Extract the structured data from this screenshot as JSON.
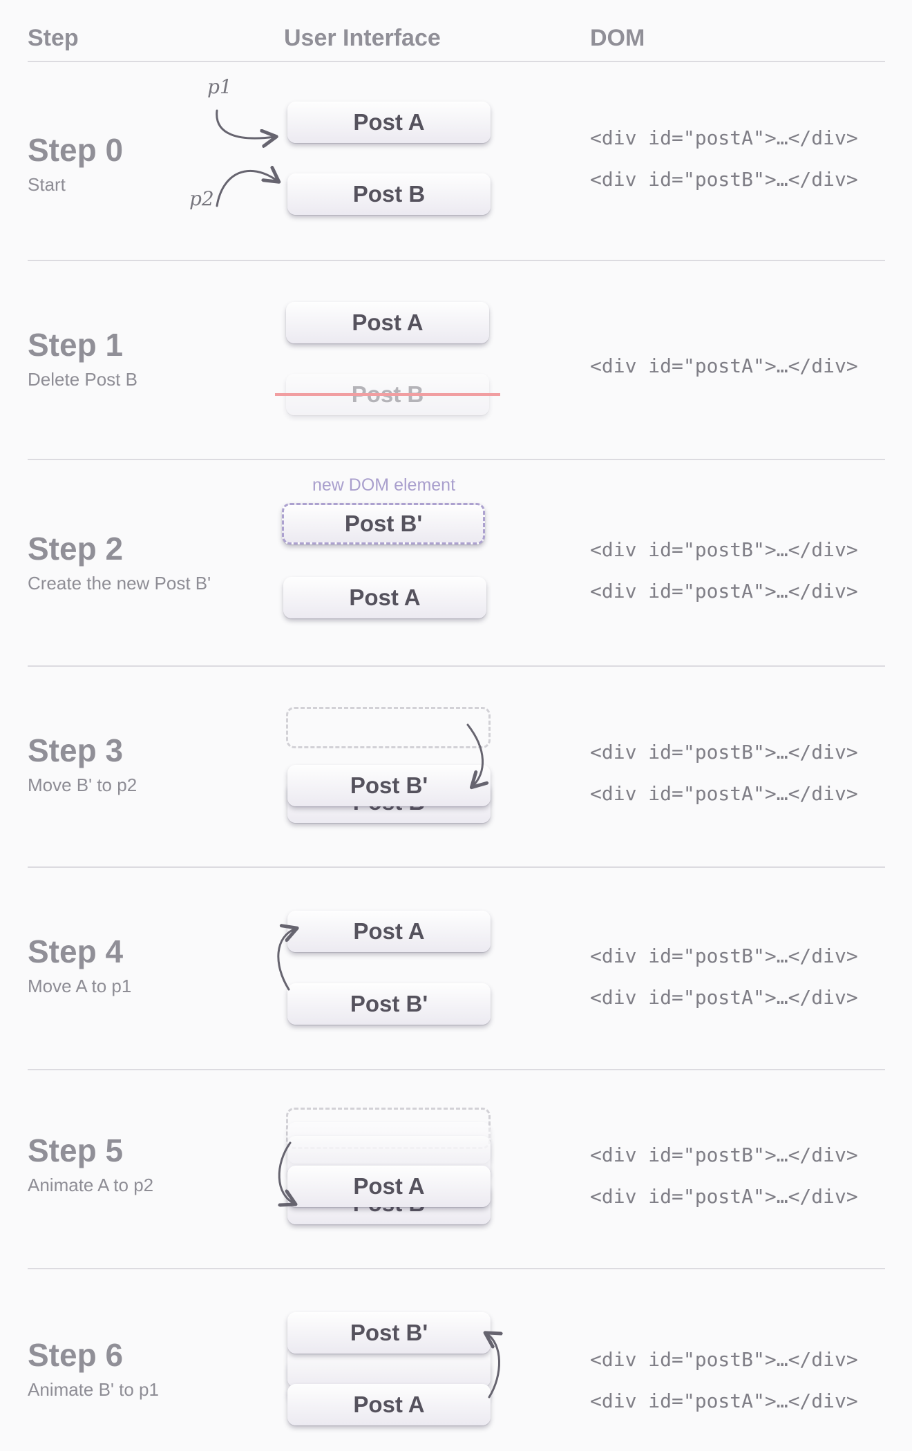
{
  "header": {
    "step": "Step",
    "ui": "User Interface",
    "dom": "DOM"
  },
  "labels": {
    "p1": "p1",
    "p2": "p2",
    "new_element_note": "new DOM element"
  },
  "steps": [
    {
      "title": "Step 0",
      "subtitle": "Start",
      "cards": [
        "Post A",
        "Post B"
      ],
      "dom": [
        "<div id=\"postA\">…</div>",
        "<div id=\"postB\">…</div>"
      ]
    },
    {
      "title": "Step 1",
      "subtitle": "Delete Post B",
      "cards": [
        "Post A",
        "Post B"
      ],
      "dom": [
        "<div id=\"postA\">…</div>"
      ]
    },
    {
      "title": "Step 2",
      "subtitle": "Create the new Post B'",
      "cards": [
        "Post B'",
        "Post A"
      ],
      "dom": [
        "<div id=\"postB\">…</div>",
        "<div id=\"postA\">…</div>"
      ]
    },
    {
      "title": "Step 3",
      "subtitle": "Move B' to p2",
      "cards": [
        "Post B'",
        "Post B"
      ],
      "dom": [
        "<div id=\"postB\">…</div>",
        "<div id=\"postA\">…</div>"
      ]
    },
    {
      "title": "Step 4",
      "subtitle": "Move A to p1",
      "cards": [
        "Post A",
        "Post B'"
      ],
      "dom": [
        "<div id=\"postB\">…</div>",
        "<div id=\"postA\">…</div>"
      ]
    },
    {
      "title": "Step 5",
      "subtitle": "Animate A to p2",
      "cards": [
        "Post A",
        "Post B"
      ],
      "dom": [
        "<div id=\"postB\">…</div>",
        "<div id=\"postA\">…</div>"
      ]
    },
    {
      "title": "Step 6",
      "subtitle": "Animate B' to p1",
      "cards": [
        "Post B'",
        "Post A"
      ],
      "dom": [
        "<div id=\"postB\">…</div>",
        "<div id=\"postA\">…</div>"
      ]
    }
  ],
  "colors": {
    "strike": "#f19ea1",
    "new_element": "#aca1cf",
    "arrow": "#66646f",
    "text_dark": "#55525d",
    "text_muted": "#908f97"
  },
  "icons": [
    "curved-arrow-icon",
    "strikethrough-line"
  ]
}
